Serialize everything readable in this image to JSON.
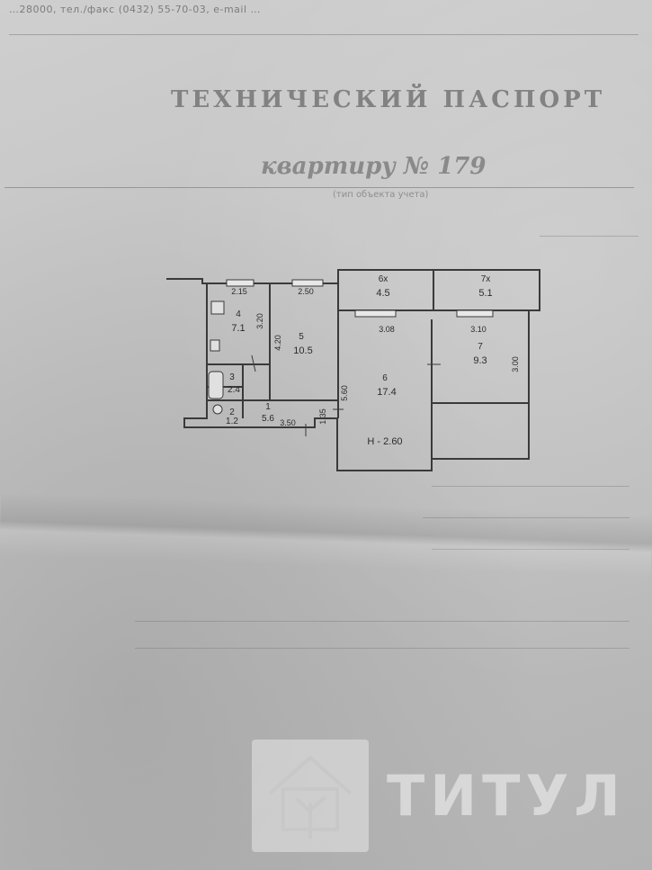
{
  "document": {
    "header_fragment": "…28000, тел./факс (0432) 55-70-03, e-mail …",
    "title": "ТЕХНИЧЕСКИЙ ПАСПОРТ",
    "subtitle": "квартиру № 179",
    "subtitle_caption": "(тип объекта учета)"
  },
  "floor_plan": {
    "rooms": [
      {
        "num": "6х",
        "area": "4.5"
      },
      {
        "num": "7х",
        "area": "5.1"
      },
      {
        "num": "4",
        "area": "7.1"
      },
      {
        "num": "5",
        "area": "10.5"
      },
      {
        "num": "6",
        "area": "17.4"
      },
      {
        "num": "7",
        "area": "9.3"
      },
      {
        "num": "3",
        "area": "2.4"
      },
      {
        "num": "2",
        "area": "1.2"
      },
      {
        "num": "1",
        "area": "5.6"
      }
    ],
    "dimensions": {
      "d1": "2.15",
      "d2": "2.50",
      "d3": "3.08",
      "d4": "3.10",
      "d5": "3.20",
      "d6": "4.20",
      "d7": "5.60",
      "d8": "1.35",
      "d9": "3.50",
      "d10": "3.00"
    },
    "ceiling_height": "Н - 2.60"
  },
  "watermark": {
    "brand": "ТИТУЛ"
  }
}
